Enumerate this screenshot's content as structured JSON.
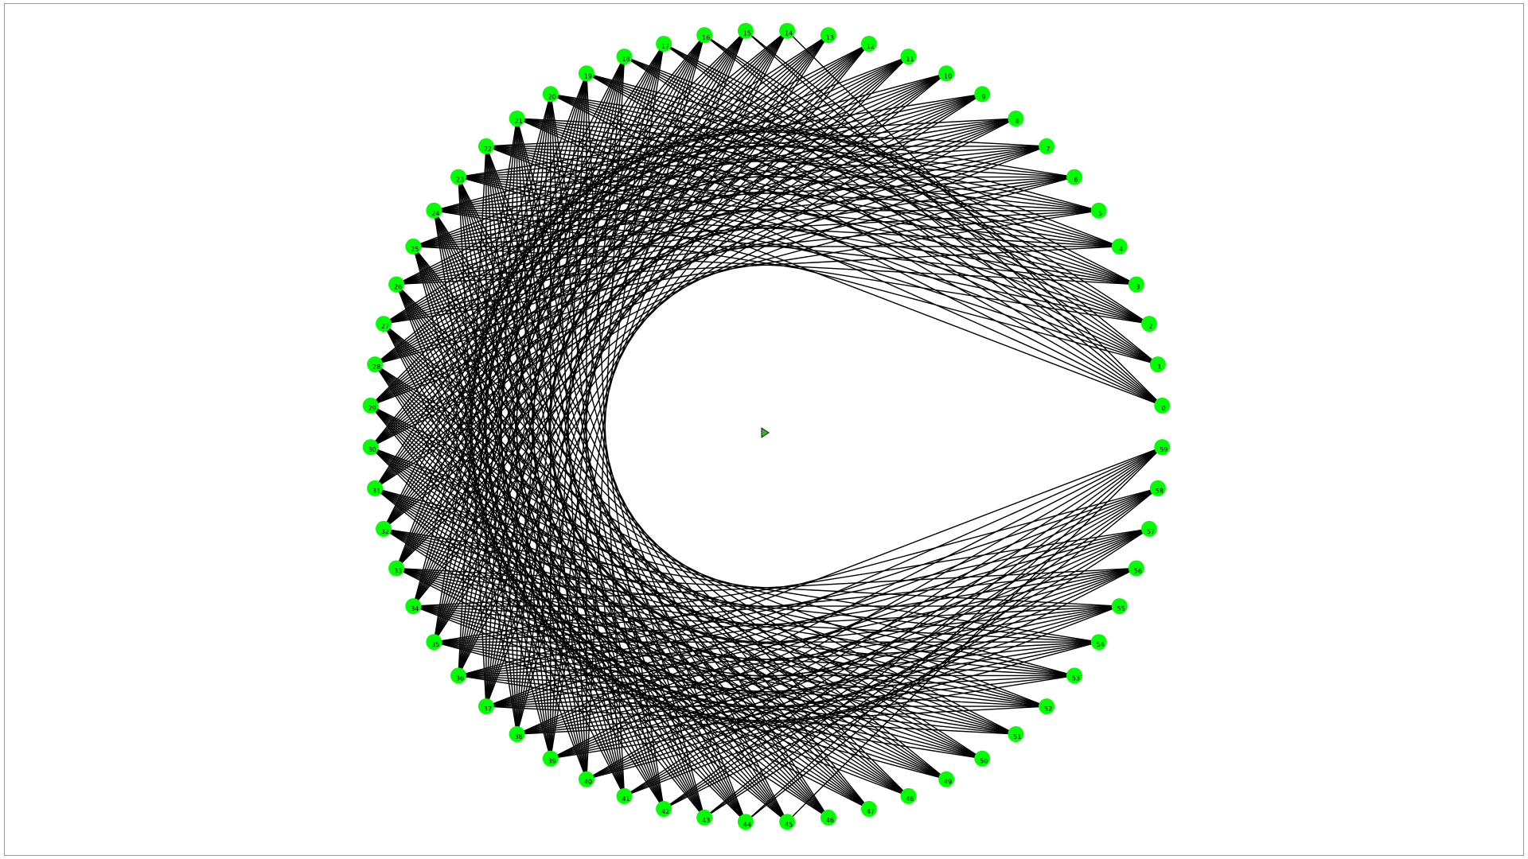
{
  "graph": {
    "layout": "circular",
    "node_count": 60,
    "labels_order": "counterclockwise starting at the right-hand gap",
    "node_color": "#00ff00",
    "edge_color": "#000000",
    "background": "#ffffff",
    "directed": false,
    "edge_offsets": [
      14,
      15,
      16,
      17,
      18,
      19,
      20,
      21,
      22
    ],
    "wrap_around": false,
    "center_marker": "cursor-arrow-icon"
  }
}
